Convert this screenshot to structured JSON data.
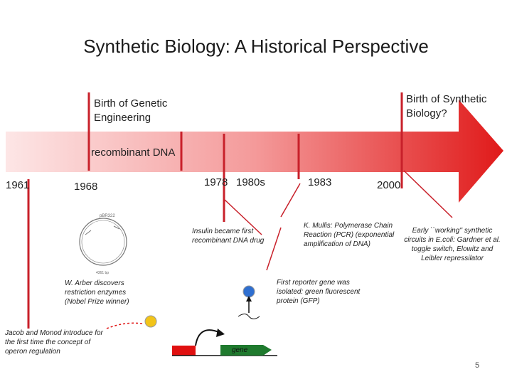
{
  "slide": {
    "title": "Synthetic Biology: A Historical Perspective",
    "page_number": "5"
  },
  "arrow_labels": {
    "genetic_engineering": "Birth of Genetic Engineering",
    "synthetic_biology": "Birth of Synthetic Biology?",
    "recombinant": "recombinant DNA"
  },
  "years": [
    "1961",
    "1968",
    "1978",
    "1980s",
    "1983",
    "2000"
  ],
  "events": {
    "arber": "W. Arber discovers restriction enzymes (Nobel Prize winner)",
    "jacob_monod": "Jacob and Monod introduce for the first time the concept of operon regulation",
    "insulin": "Insulin became first recombinant DNA drug",
    "mullis": "K. Mullis: Polymerase Chain Reaction (PCR) (exponential amplification of DNA)",
    "gfp": "First reporter gene was isolated: green fluorescent protein (GFP)",
    "toggle": "Early ``working'' synthetic circuits in E.coli: Gardner et al. toggle switch, Elowitz and Leibler repressilator"
  },
  "diagram": {
    "gene_label": "gene"
  },
  "colors": {
    "arrow": "#e02020",
    "marker": "#c8202a",
    "gene": "#1f7a2e",
    "regulator": "#f2c419",
    "reporter": "#2f6fd0",
    "block": "#e01010"
  }
}
